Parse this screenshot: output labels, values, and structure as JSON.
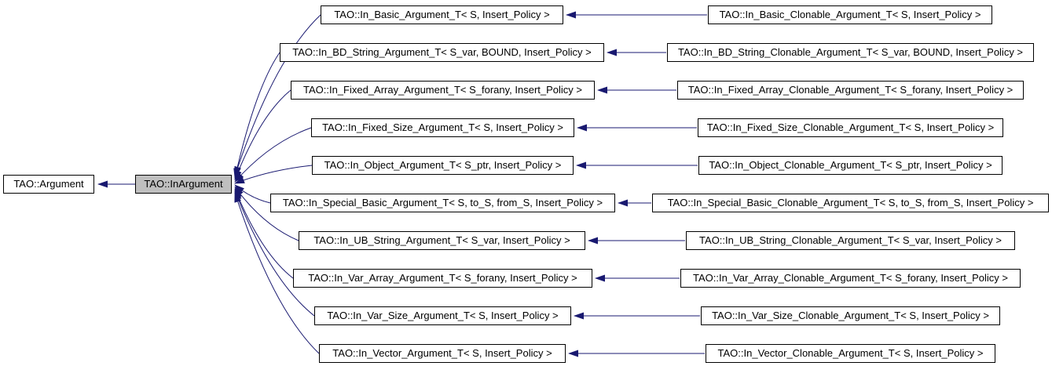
{
  "diagram": {
    "type": "class-inheritance-graph",
    "edge_color": "#191970",
    "focus_fill_color": "#bfbfbf",
    "node_fill_color": "#ffffff",
    "base_label": "TAO::Argument",
    "focus_label": "TAO::InArgument",
    "rows": [
      {
        "middle": "TAO::In_Basic_Argument_T< S, Insert_Policy >",
        "right": "TAO::In_Basic_Clonable_Argument_T< S, Insert_Policy >"
      },
      {
        "middle": "TAO::In_BD_String_Argument_T< S_var, BOUND, Insert_Policy >",
        "right": "TAO::In_BD_String_Clonable_Argument_T< S_var, BOUND, Insert_Policy >"
      },
      {
        "middle": "TAO::In_Fixed_Array_Argument_T< S_forany, Insert_Policy >",
        "right": "TAO::In_Fixed_Array_Clonable_Argument_T< S_forany, Insert_Policy >"
      },
      {
        "middle": "TAO::In_Fixed_Size_Argument_T< S, Insert_Policy >",
        "right": "TAO::In_Fixed_Size_Clonable_Argument_T< S, Insert_Policy >"
      },
      {
        "middle": "TAO::In_Object_Argument_T< S_ptr, Insert_Policy >",
        "right": "TAO::In_Object_Clonable_Argument_T< S_ptr, Insert_Policy >"
      },
      {
        "middle": "TAO::In_Special_Basic_Argument_T< S, to_S, from_S, Insert_Policy >",
        "right": "TAO::In_Special_Basic_Clonable_Argument_T< S, to_S, from_S, Insert_Policy >"
      },
      {
        "middle": "TAO::In_UB_String_Argument_T< S_var, Insert_Policy >",
        "right": "TAO::In_UB_String_Clonable_Argument_T< S_var, Insert_Policy >"
      },
      {
        "middle": "TAO::In_Var_Array_Argument_T< S_forany, Insert_Policy >",
        "right": "TAO::In_Var_Array_Clonable_Argument_T< S_forany, Insert_Policy >"
      },
      {
        "middle": "TAO::In_Var_Size_Argument_T< S, Insert_Policy >",
        "right": "TAO::In_Var_Size_Clonable_Argument_T< S, Insert_Policy >"
      },
      {
        "middle": "TAO::In_Vector_Argument_T< S, Insert_Policy >",
        "right": "TAO::In_Vector_Clonable_Argument_T< S, Insert_Policy >"
      }
    ]
  }
}
